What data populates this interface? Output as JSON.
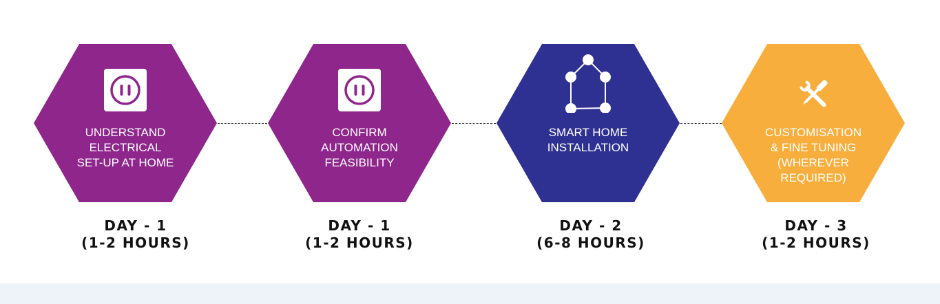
{
  "colors": {
    "purple": "#8e268c",
    "navy": "#2e3191",
    "orange": "#f8ae3c",
    "text_white": "#ffffff",
    "text_dark": "#111111"
  },
  "steps": [
    {
      "icon": "power-socket-icon",
      "color": "#8e268c",
      "label": "UNDERSTAND\nELECTRICAL\nSET-UP AT HOME",
      "day": "DAY - 1",
      "hours": "(1-2 HOURS)"
    },
    {
      "icon": "power-socket-icon",
      "color": "#8e268c",
      "label": "CONFIRM\nAUTOMATION\nFEASIBILITY",
      "day": "DAY - 1",
      "hours": "(1-2 HOURS)"
    },
    {
      "icon": "smart-home-network-icon",
      "color": "#2e3191",
      "label": "SMART HOME\nINSTALLATION",
      "day": "DAY - 2",
      "hours": "(6-8 HOURS)"
    },
    {
      "icon": "wrench-screwdriver-icon",
      "color": "#f8ae3c",
      "label": "CUSTOMISATION\n& FINE TUNING\n(WHEREVER\nREQUIRED)",
      "day": "DAY - 3",
      "hours": "(1-2 HOURS)"
    }
  ]
}
